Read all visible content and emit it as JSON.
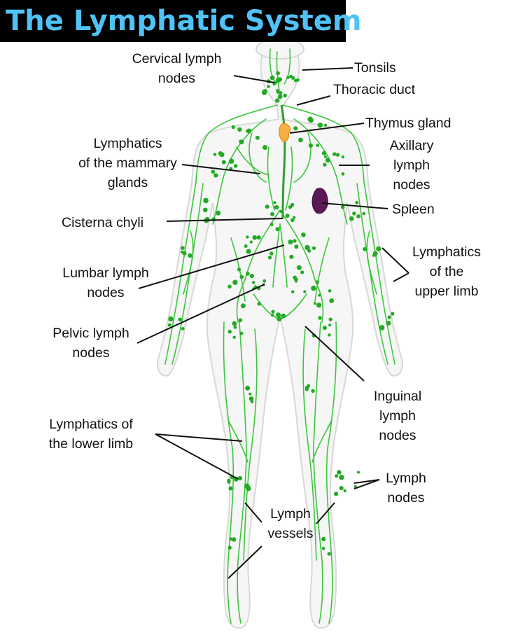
{
  "title": "The Lymphatic System",
  "colors": {
    "title_background": "#000000",
    "title_text": "#4fc3f7",
    "lymph_vessels": "#3cc63c",
    "lymph_nodes": "#22aa22",
    "thymus": "#f5b041",
    "spleen": "#5b1a57",
    "body_outline": "#d8d8d8",
    "leader_lines": "#111111"
  },
  "labels": {
    "cervical": [
      "Cervical lymph",
      "nodes"
    ],
    "tonsils": [
      "Tonsils"
    ],
    "thoracic_duct": [
      "Thoracic duct"
    ],
    "thymus": [
      "Thymus gland"
    ],
    "mammary": [
      "Lymphatics",
      "of the mammary",
      "glands"
    ],
    "axillary": [
      "Axillary",
      "lymph",
      "nodes"
    ],
    "spleen": [
      "Spleen"
    ],
    "cisterna": [
      "Cisterna chyli"
    ],
    "upper_limb": [
      "Lymphatics",
      "of the",
      "upper limb"
    ],
    "lumbar": [
      "Lumbar lymph",
      "nodes"
    ],
    "pelvic": [
      "Pelvic lymph",
      "nodes"
    ],
    "inguinal": [
      "Inguinal",
      "lymph",
      "nodes"
    ],
    "lower_limb": [
      "Lymphatics of",
      "the lower limb"
    ],
    "lymph_nodes": [
      "Lymph",
      "nodes"
    ],
    "lymph_vessels": [
      "Lymph",
      "vessels"
    ]
  }
}
